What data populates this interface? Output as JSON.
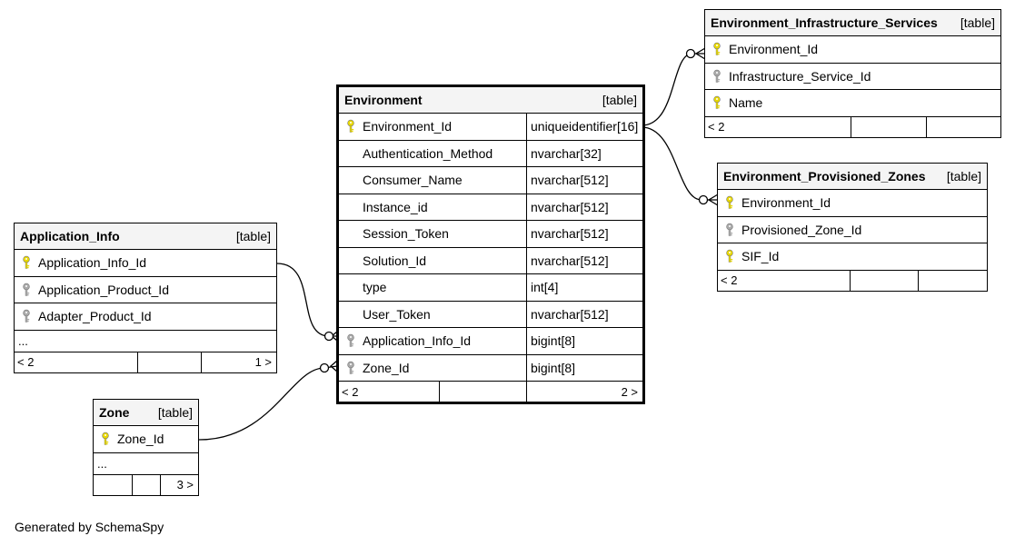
{
  "footer": {
    "generated_by": "Generated by SchemaSpy"
  },
  "colors": {
    "primary_key": "#e8d800",
    "foreign_key": "#aaaaaa",
    "header_bg": "#f4f4f4"
  },
  "tables": {
    "environment": {
      "name": "Environment",
      "type": "[table]",
      "columns": [
        {
          "name": "Environment_Id",
          "type": "uniqueidentifier[16]",
          "key": "pk"
        },
        {
          "name": "Authentication_Method",
          "type": "nvarchar[32]",
          "key": ""
        },
        {
          "name": "Consumer_Name",
          "type": "nvarchar[512]",
          "key": ""
        },
        {
          "name": "Instance_id",
          "type": "nvarchar[512]",
          "key": ""
        },
        {
          "name": "Session_Token",
          "type": "nvarchar[512]",
          "key": ""
        },
        {
          "name": "Solution_Id",
          "type": "nvarchar[512]",
          "key": ""
        },
        {
          "name": "type",
          "type": "int[4]",
          "key": ""
        },
        {
          "name": "User_Token",
          "type": "nvarchar[512]",
          "key": ""
        },
        {
          "name": "Application_Info_Id",
          "type": "bigint[8]",
          "key": "fk"
        },
        {
          "name": "Zone_Id",
          "type": "bigint[8]",
          "key": "fk"
        }
      ],
      "parents": "< 2",
      "children": "2 >"
    },
    "application_info": {
      "name": "Application_Info",
      "type": "[table]",
      "columns": [
        {
          "name": "Application_Info_Id",
          "key": "pk"
        },
        {
          "name": "Application_Product_Id",
          "key": "fk"
        },
        {
          "name": "Adapter_Product_Id",
          "key": "fk"
        }
      ],
      "ellipsis": "...",
      "parents": "< 2",
      "children": "1 >"
    },
    "zone": {
      "name": "Zone",
      "type": "[table]",
      "columns": [
        {
          "name": "Zone_Id",
          "key": "pk"
        }
      ],
      "ellipsis": "...",
      "parents": "",
      "children": "3 >"
    },
    "env_infra": {
      "name": "Environment_Infrastructure_Services",
      "type": "[table]",
      "columns": [
        {
          "name": "Environment_Id",
          "key": "pk"
        },
        {
          "name": "Infrastructure_Service_Id",
          "key": "fk"
        },
        {
          "name": "Name",
          "key": "pk"
        }
      ],
      "parents": "< 2",
      "children": ""
    },
    "env_zones": {
      "name": "Environment_Provisioned_Zones",
      "type": "[table]",
      "columns": [
        {
          "name": "Environment_Id",
          "key": "pk"
        },
        {
          "name": "Provisioned_Zone_Id",
          "key": "fk"
        },
        {
          "name": "SIF_Id",
          "key": "pk"
        }
      ],
      "parents": "< 2",
      "children": ""
    }
  }
}
